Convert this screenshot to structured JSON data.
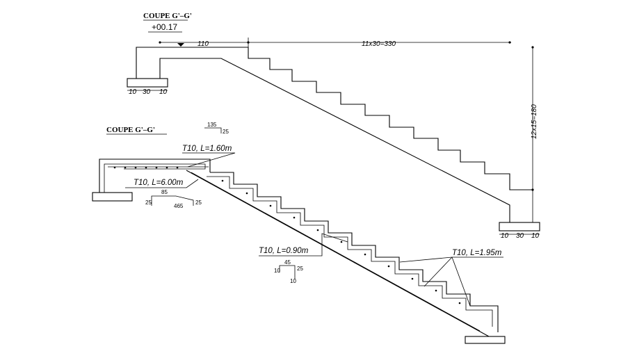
{
  "top_section": {
    "title": "COUPE  G'–G'",
    "level": "+00.17",
    "landing_dim": "110",
    "run_dim": "11x30=330",
    "rise_dim": "12x15=180",
    "base_left_dims": [
      "10",
      "30",
      "10"
    ],
    "base_right_dims": [
      "10",
      "30",
      "10"
    ]
  },
  "bottom_section": {
    "title": "COUPE  G'–G'",
    "bar_top": {
      "label": "T10,  L=1.60m",
      "dims": [
        "135",
        "25"
      ]
    },
    "bar_main": {
      "label": "T10,  L=6.00m",
      "dims": [
        "85",
        "25",
        "465",
        "25"
      ]
    },
    "bar_mid": {
      "label": "T10,  L=0.90m",
      "dims": [
        "45",
        "10",
        "25",
        "10"
      ]
    },
    "bar_low": {
      "label": "T10,  L=1.95m"
    }
  }
}
